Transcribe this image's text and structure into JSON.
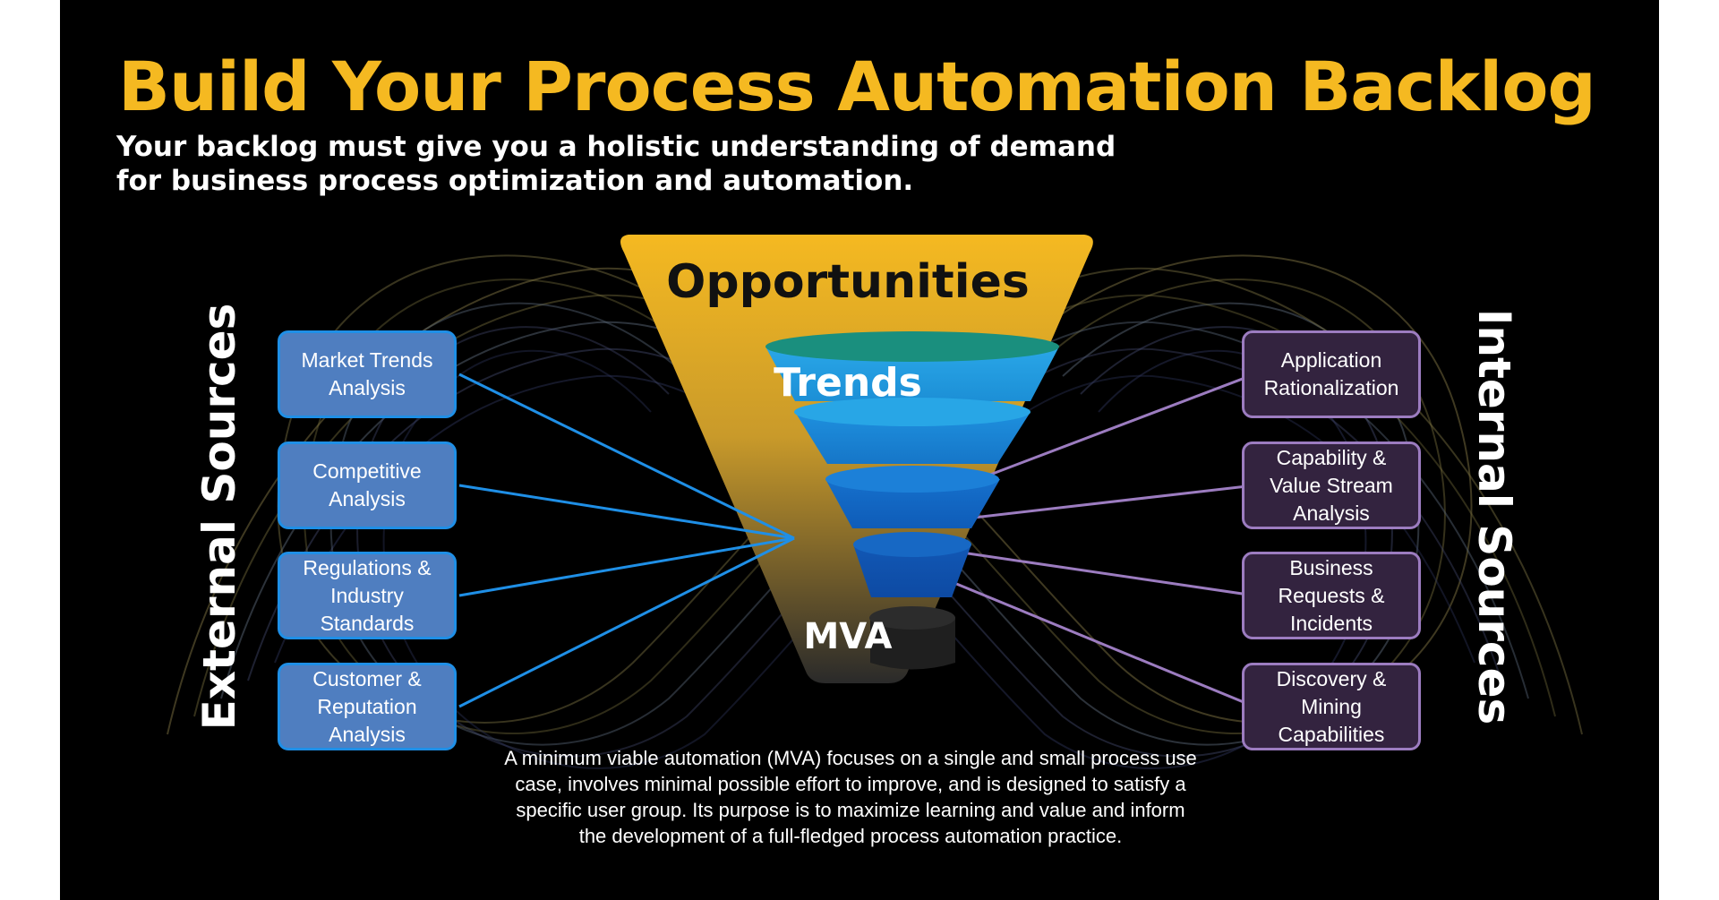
{
  "title": "Build Your Process Automation Backlog",
  "subtitle": "Your backlog must give you a holistic understanding of demand for business process optimization and automation.",
  "funnel": {
    "top_label": "Opportunities",
    "middle_label": "Trends",
    "bottom_label": "MVA"
  },
  "external": {
    "label": "External Sources",
    "items": [
      "Market Trends\nAnalysis",
      "Competitive\nAnalysis",
      "Regulations &\nIndustry\nStandards",
      "Customer &\nReputation\nAnalysis"
    ]
  },
  "internal": {
    "label": "Internal Sources",
    "items": [
      "Application\nRationalization",
      "Capability &\nValue Stream\nAnalysis",
      "Business\nRequests &\nIncidents",
      "Discovery &\nMining\nCapabilities"
    ]
  },
  "footnote": "A minimum viable automation (MVA) focuses on a single and small process use case, involves minimal possible effort to improve, and is designed to satisfy a specific user group. Its purpose is to maximize learning and value and inform the development of a full-fledged process automation practice.",
  "colors": {
    "title": "#f5b921",
    "external_box": "#4f7ec0",
    "external_line": "#1f8fe6",
    "internal_box": "#33233f",
    "internal_line": "#9c7cc0",
    "funnel_gold": "#f5b921"
  }
}
